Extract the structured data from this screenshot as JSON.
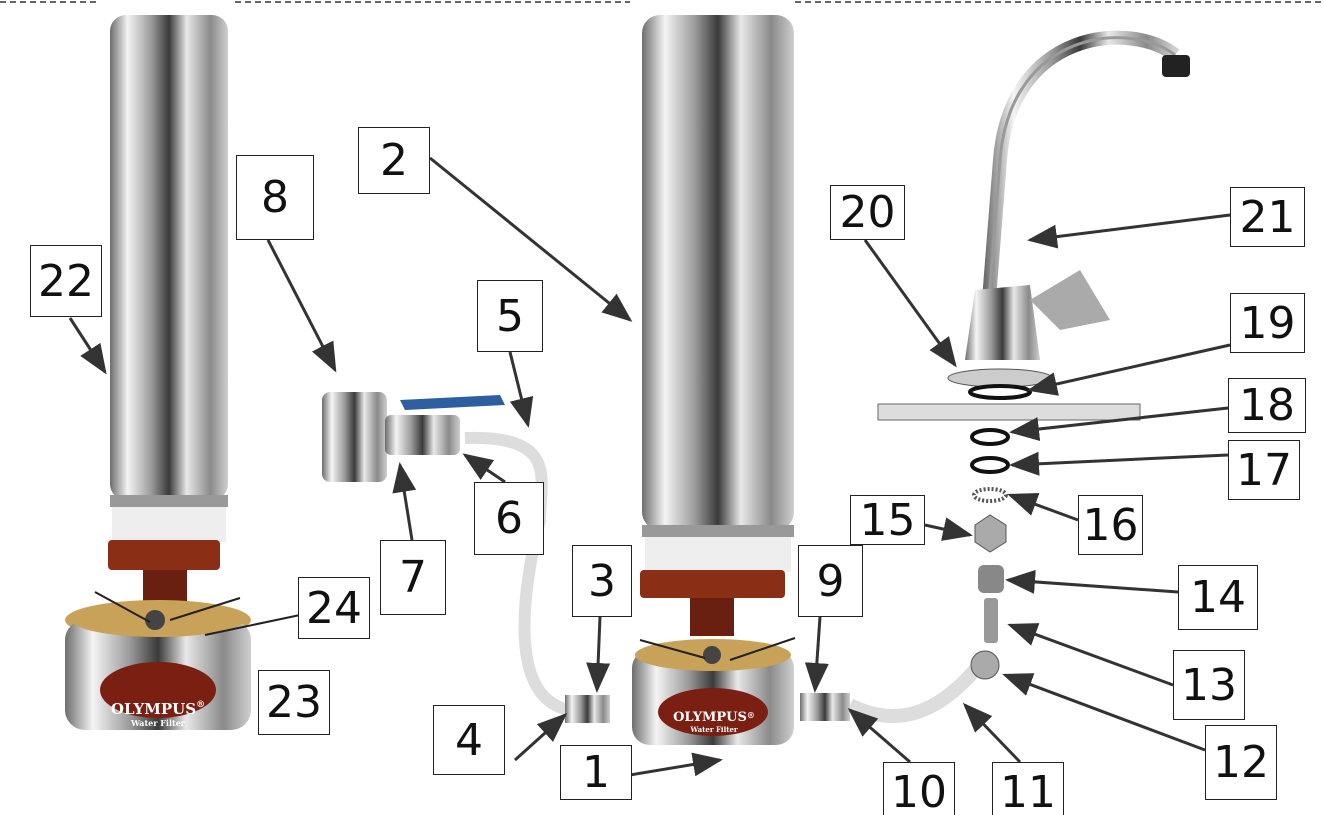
{
  "title": "Olympus water filter exploded parts diagram",
  "brand": {
    "name": "OLYMPUS",
    "reg": "®",
    "subtitle": "Water Filter"
  },
  "colors": {
    "chrome": "#c8c8c8",
    "brown": "#7a2a18",
    "blue": "#2d5fa0",
    "label_border": "#222222"
  },
  "part_labels": [
    "1",
    "2",
    "3",
    "4",
    "5",
    "6",
    "7",
    "8",
    "9",
    "10",
    "11",
    "12",
    "13",
    "14",
    "15",
    "16",
    "17",
    "18",
    "19",
    "20",
    "21",
    "22",
    "23",
    "24"
  ]
}
